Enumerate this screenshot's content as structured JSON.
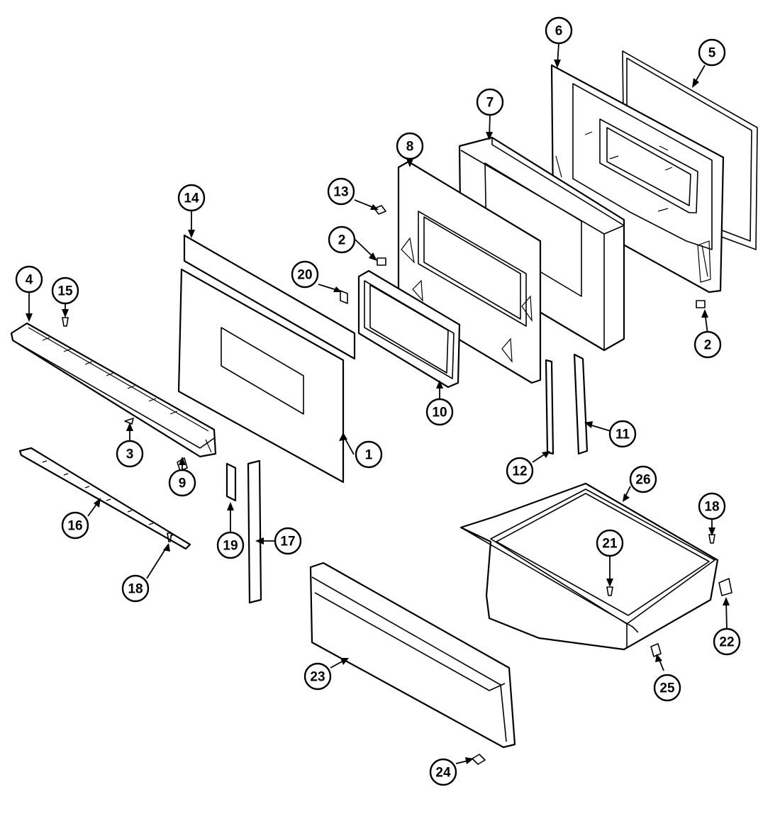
{
  "diagram": {
    "callouts": [
      {
        "id": "c1",
        "label": "1"
      },
      {
        "id": "c2a",
        "label": "2"
      },
      {
        "id": "c2b",
        "label": "2"
      },
      {
        "id": "c3",
        "label": "3"
      },
      {
        "id": "c4",
        "label": "4"
      },
      {
        "id": "c5",
        "label": "5"
      },
      {
        "id": "c6",
        "label": "6"
      },
      {
        "id": "c7",
        "label": "7"
      },
      {
        "id": "c8",
        "label": "8"
      },
      {
        "id": "c9",
        "label": "9"
      },
      {
        "id": "c10",
        "label": "10"
      },
      {
        "id": "c11",
        "label": "11"
      },
      {
        "id": "c12",
        "label": "12"
      },
      {
        "id": "c13",
        "label": "13"
      },
      {
        "id": "c14",
        "label": "14"
      },
      {
        "id": "c15",
        "label": "15"
      },
      {
        "id": "c16",
        "label": "16"
      },
      {
        "id": "c17",
        "label": "17"
      },
      {
        "id": "c18a",
        "label": "18"
      },
      {
        "id": "c18b",
        "label": "18"
      },
      {
        "id": "c19",
        "label": "19"
      },
      {
        "id": "c20",
        "label": "20"
      },
      {
        "id": "c21",
        "label": "21"
      },
      {
        "id": "c22",
        "label": "22"
      },
      {
        "id": "c23",
        "label": "23"
      },
      {
        "id": "c24",
        "label": "24"
      },
      {
        "id": "c25",
        "label": "25"
      },
      {
        "id": "c26",
        "label": "26"
      }
    ]
  }
}
